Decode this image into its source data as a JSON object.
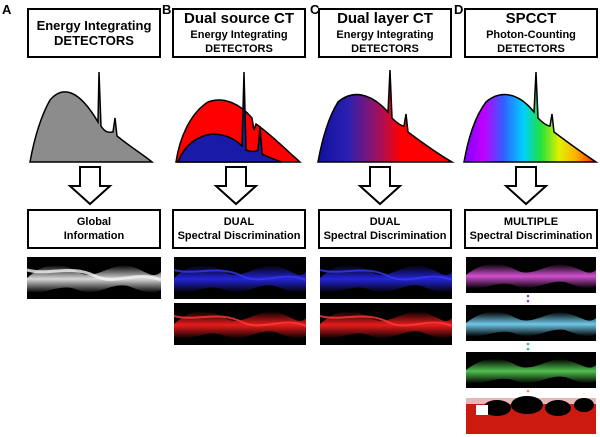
{
  "panels": [
    {
      "letter": "A",
      "title_lines": [
        "Energy Integrating",
        "DETECTORS"
      ],
      "info_lines": [
        "Global",
        "Information"
      ]
    },
    {
      "letter": "B",
      "title_lines": [
        "Dual source CT",
        "Energy Integrating",
        "DETECTORS"
      ],
      "info_lines": [
        "DUAL",
        "Spectral Discrimination"
      ]
    },
    {
      "letter": "C",
      "title_lines": [
        "Dual layer CT",
        "Energy Integrating",
        "DETECTORS"
      ],
      "info_lines": [
        "DUAL",
        "Spectral Discrimination"
      ]
    },
    {
      "letter": "D",
      "title_lines": [
        "SPCCT",
        "Photon-Counting",
        "DETECTORS"
      ],
      "info_lines": [
        "MULTIPLE",
        "Spectral Discrimination"
      ]
    }
  ],
  "colors": {
    "spectrum_gray": "#8c8c8c",
    "dual_red": "#ff0000",
    "dual_blue": "#1a1aa8",
    "sino_gray": "#bdbdbd",
    "sino_blue": "#2a2ae0",
    "sino_red": "#e21a1a",
    "sino_magenta": "#c040c0",
    "sino_cyan": "#50b8d8",
    "sino_green": "#40b040",
    "sino_deepred": "#cc1a10"
  }
}
